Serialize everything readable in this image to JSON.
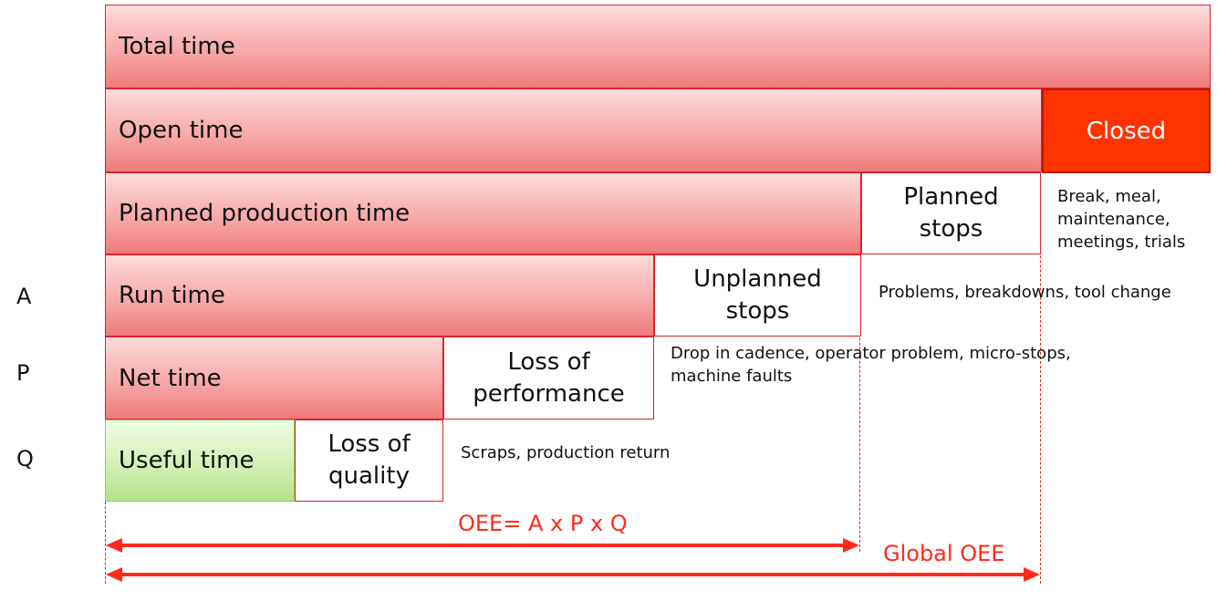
{
  "colors": {
    "bar_border": "#d9242c",
    "bar_fill": "#f7a9a9",
    "useful_fill": "#d2f0b6",
    "closed_fill": "#ff3300",
    "accent_red": "#ff2a1a"
  },
  "bars": {
    "total_time": "Total time",
    "open_time": "Open time",
    "planned_production_time": "Planned production time",
    "run_time": "Run time",
    "net_time": "Net time",
    "useful_time": "Useful time"
  },
  "losses": {
    "closed": "Closed",
    "planned_stops": "Planned\nstops",
    "unplanned_stops": "Unplanned\nstops",
    "loss_of_performance": "Loss of\nperformance",
    "loss_of_quality": "Loss of\nquality"
  },
  "notes": {
    "planned_stops_note": "Break, meal,\nmaintenance,\nmeetings, trials",
    "unplanned_stops_note": "Problems, breakdowns, tool change",
    "performance_note": "Drop in cadence, operator problem, micro-stops,\nmachine faults",
    "quality_note": "Scraps, production return"
  },
  "row_letters": {
    "a": "A",
    "p": "P",
    "q": "Q"
  },
  "formulas": {
    "oee": "OEE= A x P x Q",
    "global_oee": "Global OEE"
  }
}
